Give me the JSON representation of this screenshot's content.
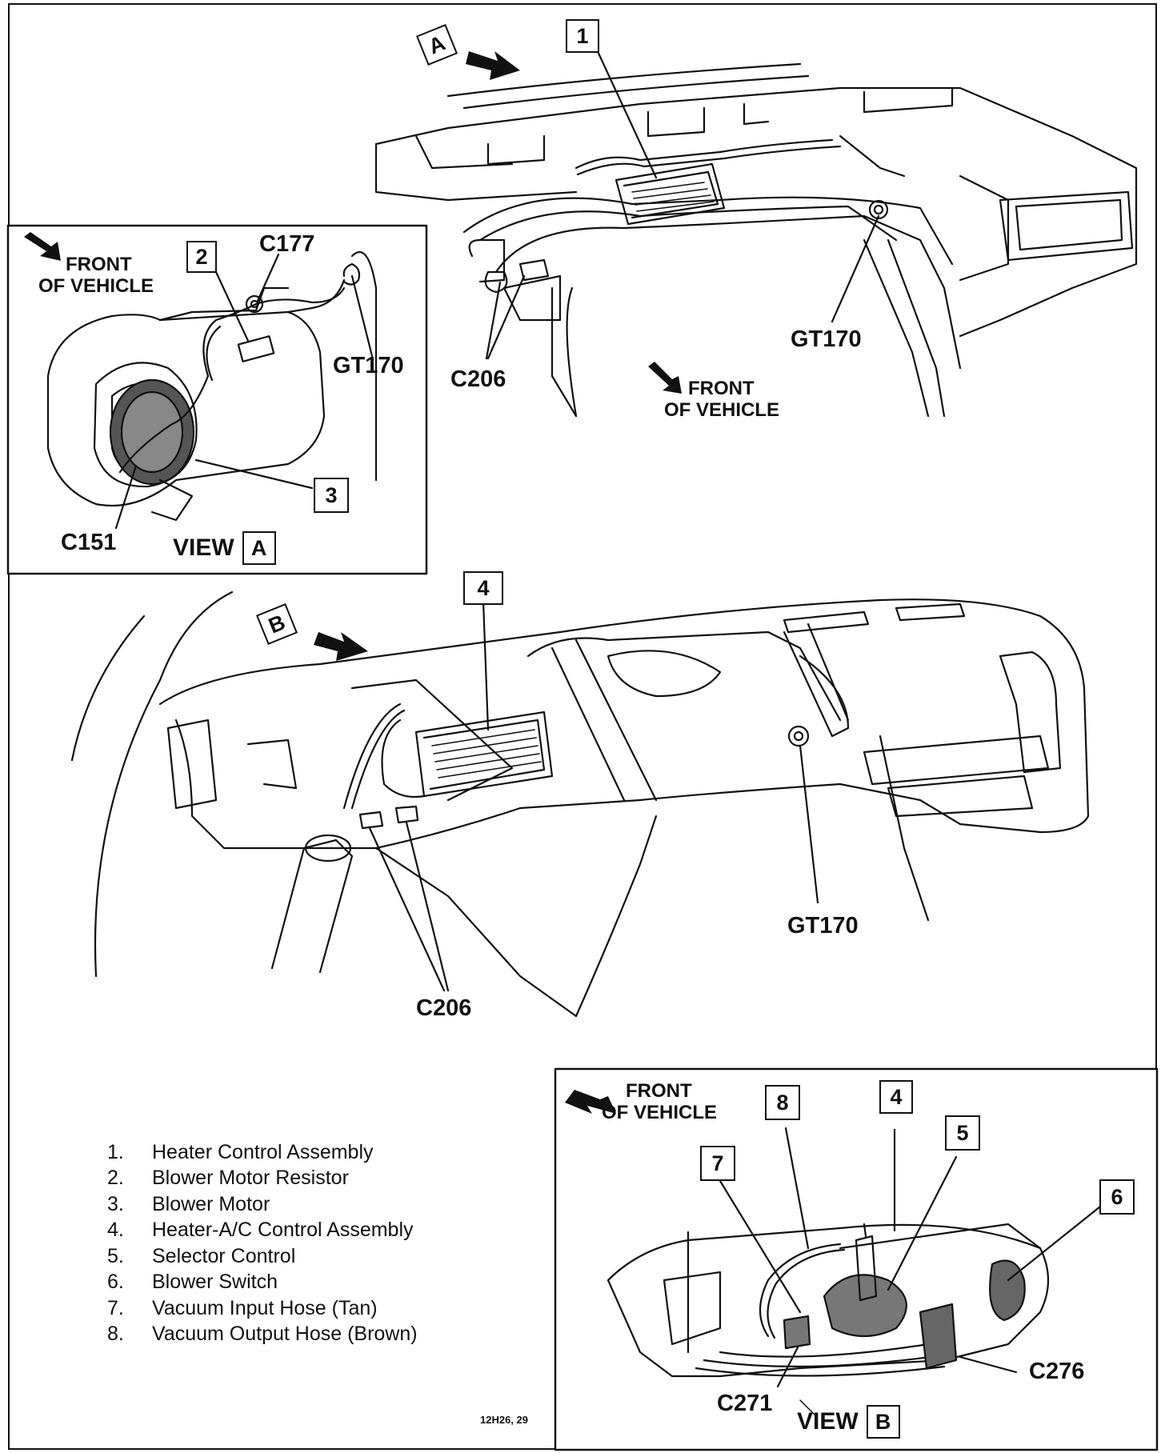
{
  "callouts": {
    "c1": "1",
    "c2": "2",
    "c3": "3",
    "c4_main": "4",
    "c4_viewb": "4",
    "c5": "5",
    "c6": "6",
    "c7": "7",
    "c8": "8",
    "view_a_marker": "A",
    "view_b_marker": "B"
  },
  "connectors": {
    "c177": "C177",
    "gt170_a": "GT170",
    "c151": "C151",
    "c206_top": "C206",
    "gt170_top": "GT170",
    "gt170_mid": "GT170",
    "c206_mid": "C206",
    "c271": "C271",
    "c276": "C276"
  },
  "front_of_vehicle": {
    "line1": "FRONT",
    "line2": "OF VEHICLE"
  },
  "views": {
    "view_word": "VIEW",
    "a_letter": "A",
    "b_letter": "B"
  },
  "legend": [
    {
      "num": "1.",
      "text": "Heater Control Assembly"
    },
    {
      "num": "2.",
      "text": "Blower Motor Resistor"
    },
    {
      "num": "3.",
      "text": "Blower Motor"
    },
    {
      "num": "4.",
      "text": "Heater-A/C Control Assembly"
    },
    {
      "num": "5.",
      "text": "Selector Control"
    },
    {
      "num": "6.",
      "text": "Blower Switch"
    },
    {
      "num": "7.",
      "text": "Vacuum Input Hose (Tan)"
    },
    {
      "num": "8.",
      "text": "Vacuum Output Hose (Brown)"
    }
  ],
  "figure_id": "12H26, 29"
}
